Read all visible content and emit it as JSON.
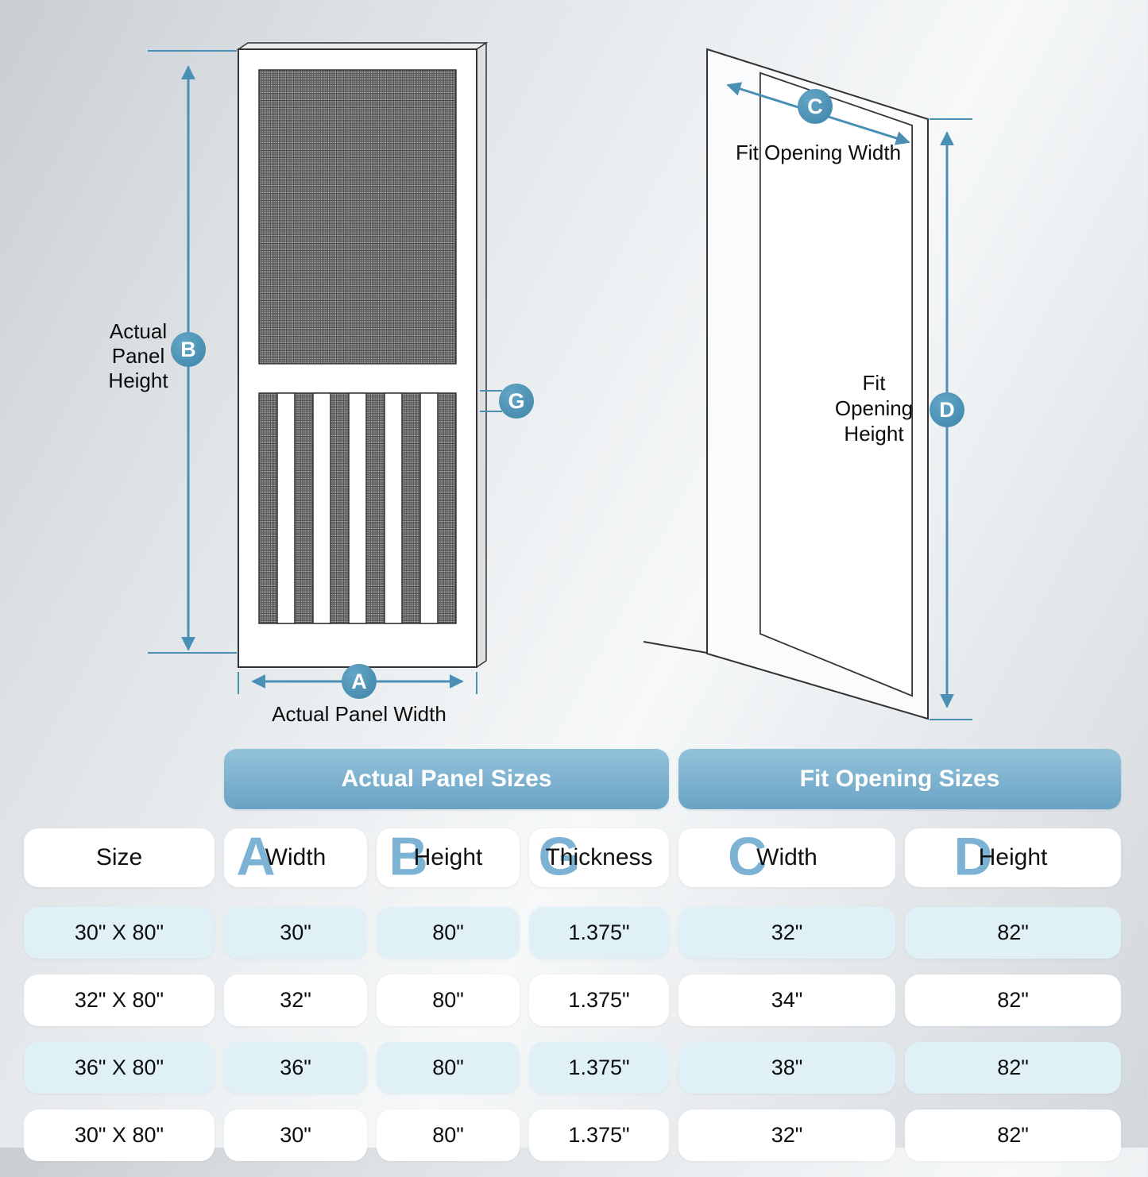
{
  "colors": {
    "accent_blue": "#4a90b4",
    "letter_blue": "#7cb2d3",
    "header_gradient_top": "#92c2da",
    "header_gradient_bottom": "#6aa3c5",
    "row_alt_background": "#dff1f7"
  },
  "diagram": {
    "panel": {
      "height_label": "Actual\nPanel\nHeight",
      "width_label": "Actual Panel Width",
      "marker_height": "B",
      "marker_width": "A",
      "marker_thickness": "G"
    },
    "opening": {
      "width_label": "Fit Opening Width",
      "height_label": "Fit\nOpening\nHeight",
      "marker_width": "C",
      "marker_height": "D"
    }
  },
  "table": {
    "group_headers": [
      "Actual Panel Sizes",
      "Fit Opening Sizes"
    ],
    "columns": [
      {
        "letter": "",
        "label": "Size"
      },
      {
        "letter": "A",
        "label": "Width"
      },
      {
        "letter": "B",
        "label": "Height"
      },
      {
        "letter": "G",
        "label": "Thickness"
      },
      {
        "letter": "C",
        "label": "Width"
      },
      {
        "letter": "D",
        "label": "Height"
      }
    ],
    "rows": [
      [
        "30\" X 80\"",
        "30\"",
        "80\"",
        "1.375\"",
        "32\"",
        "82\""
      ],
      [
        "32\" X 80\"",
        "32\"",
        "80\"",
        "1.375\"",
        "34\"",
        "82\""
      ],
      [
        "36\" X 80\"",
        "36\"",
        "80\"",
        "1.375\"",
        "38\"",
        "82\""
      ]
    ],
    "partial_row": [
      "30\" X 80\"",
      "30\"",
      "80\"",
      "1.375\"",
      "32\"",
      "82\""
    ]
  }
}
